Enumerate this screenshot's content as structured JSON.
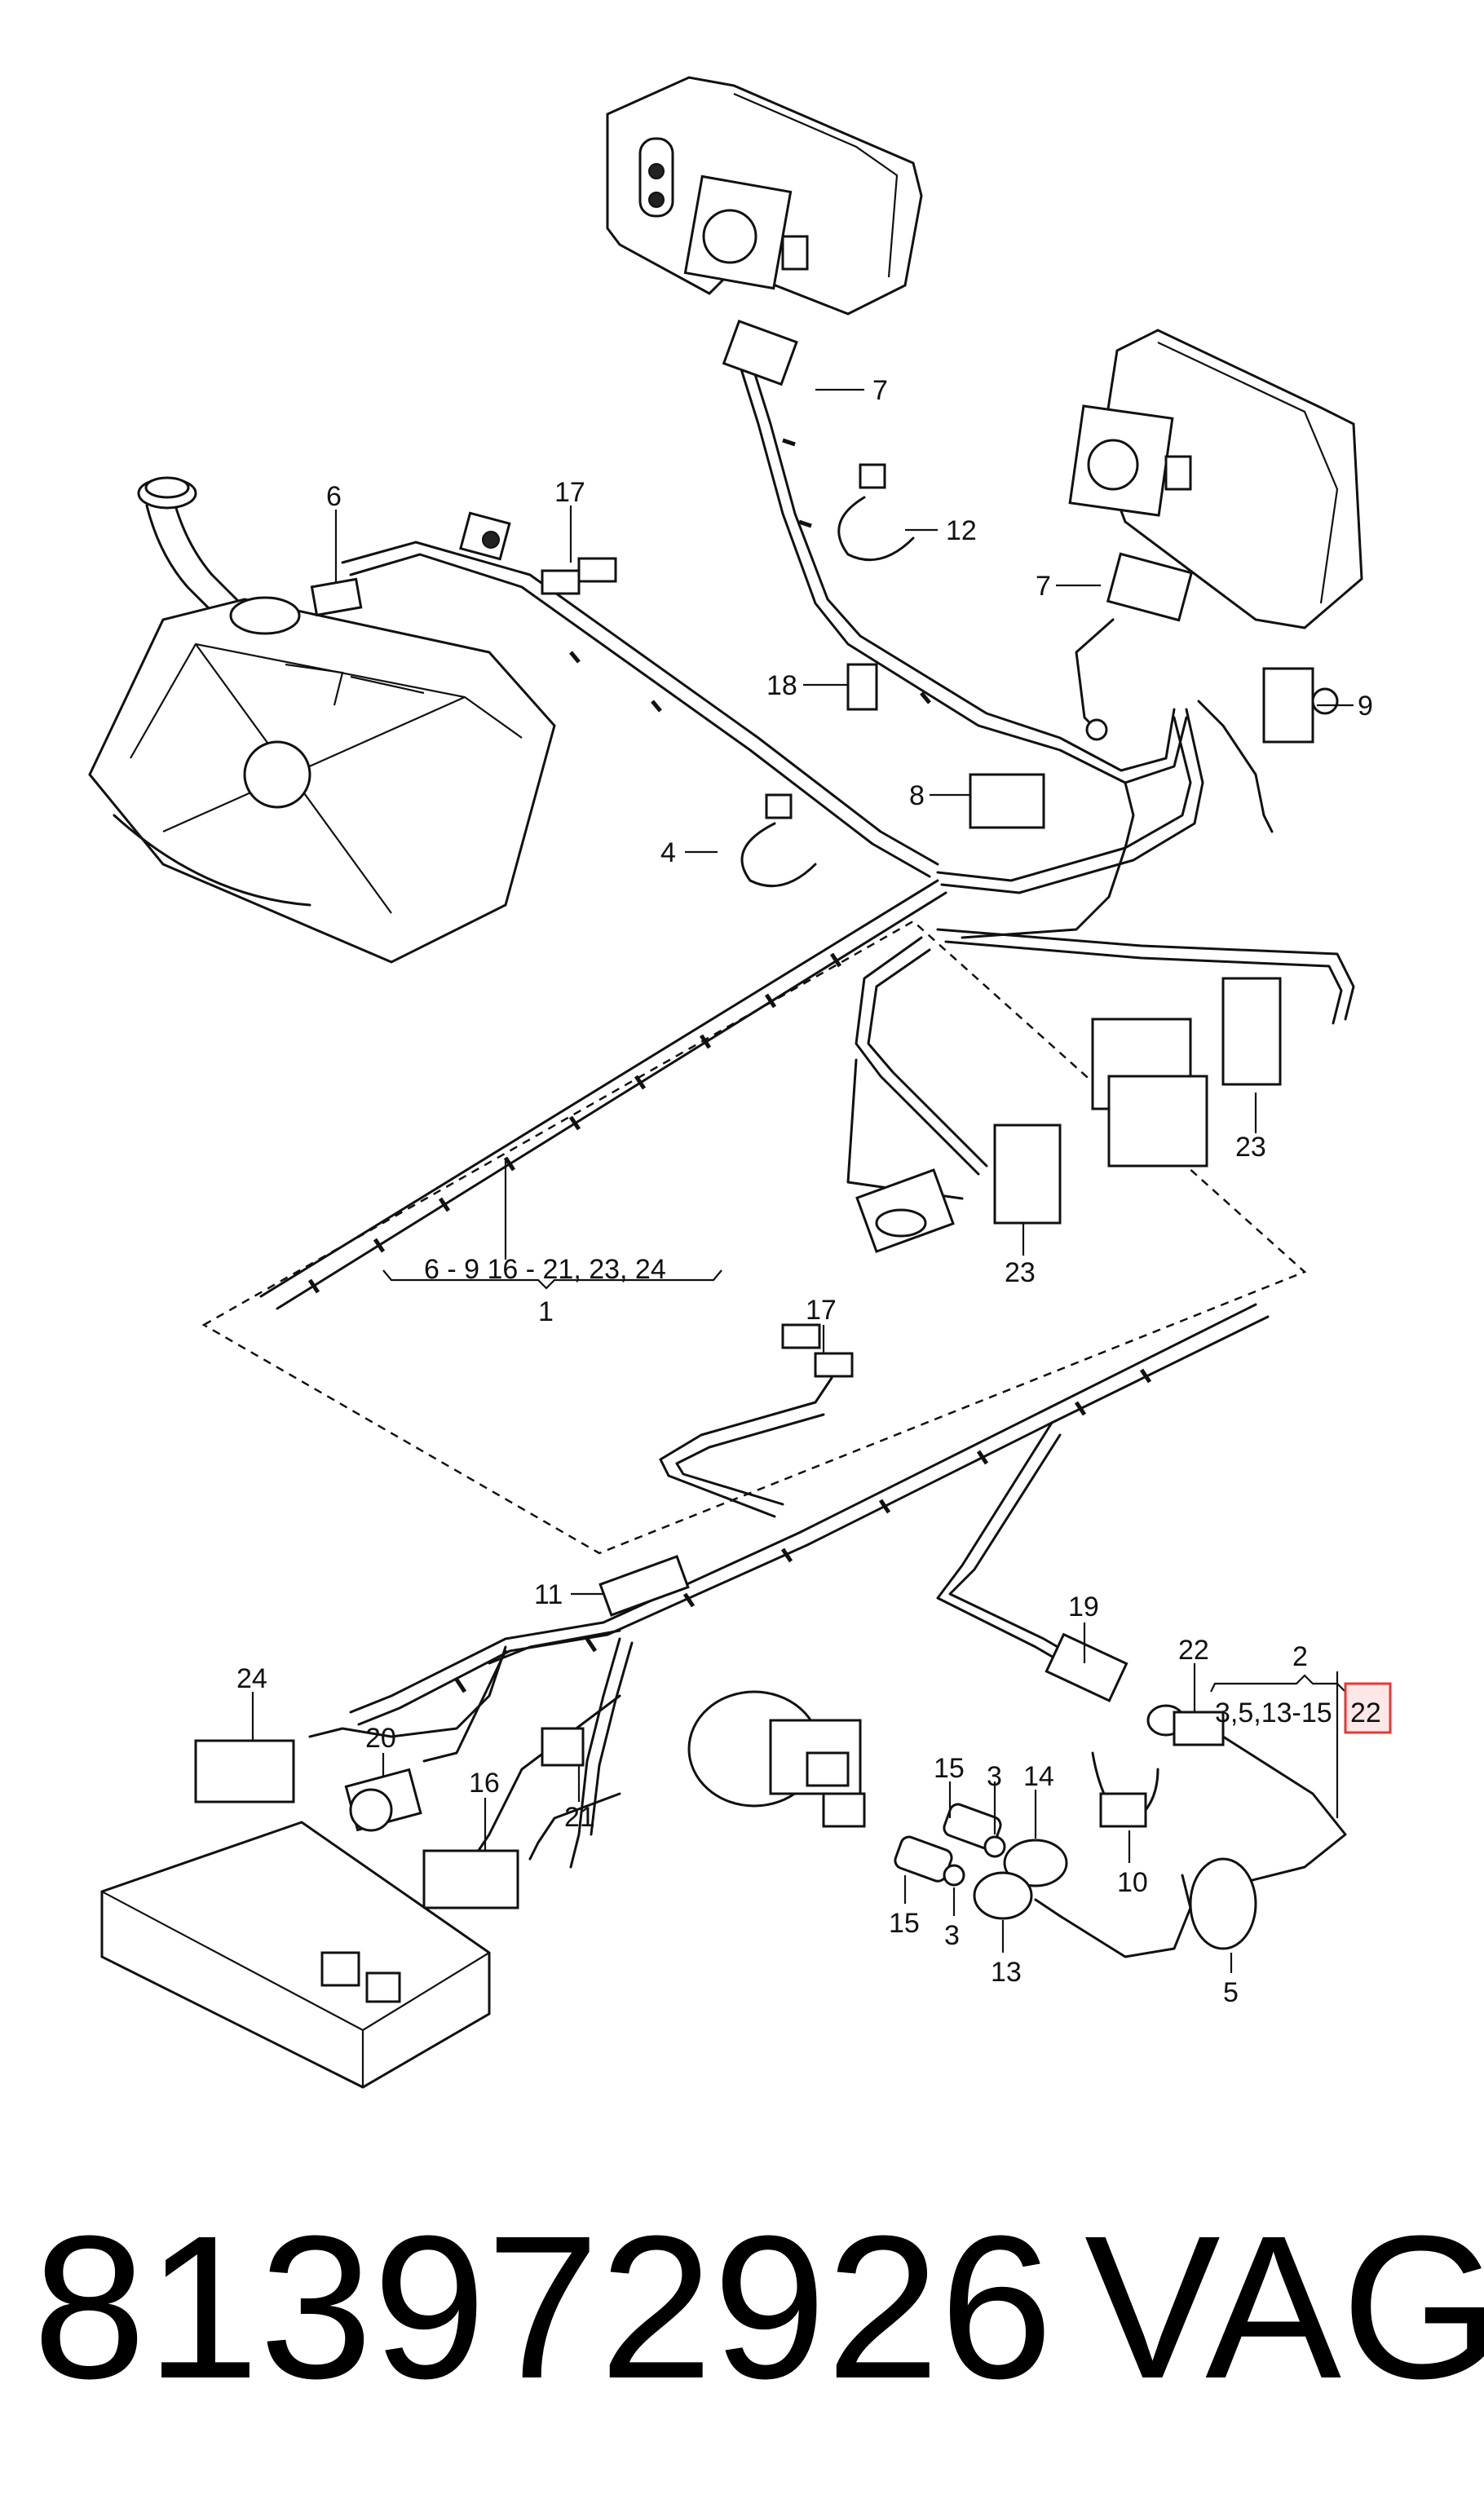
{
  "callouts": {
    "c1": "1",
    "c2": "2",
    "c3a": "3",
    "c3b": "3",
    "c4": "4",
    "c5": "5",
    "c6": "6",
    "c7a": "7",
    "c7b": "7",
    "c8": "8",
    "c9": "9",
    "c10": "10",
    "c11": "11",
    "c12": "12",
    "c13": "13",
    "c14": "14",
    "c15a": "15",
    "c15b": "15",
    "c16": "16",
    "c17a": "17",
    "c17b": "17",
    "c18": "18",
    "c19": "19",
    "c20": "20",
    "c21": "21",
    "c22a": "22",
    "c22b": "22",
    "c23a": "23",
    "c23b": "23",
    "c24": "24",
    "group1": "6 - 9   16 - 21, 23, 24",
    "group2": "3,5,13-15"
  },
  "footer": {
    "part_number": "813972926",
    "brand": "VAG"
  },
  "colors": {
    "line": "#111111",
    "highlight": "#e53935",
    "highlight_fill": "#fde7e7"
  }
}
